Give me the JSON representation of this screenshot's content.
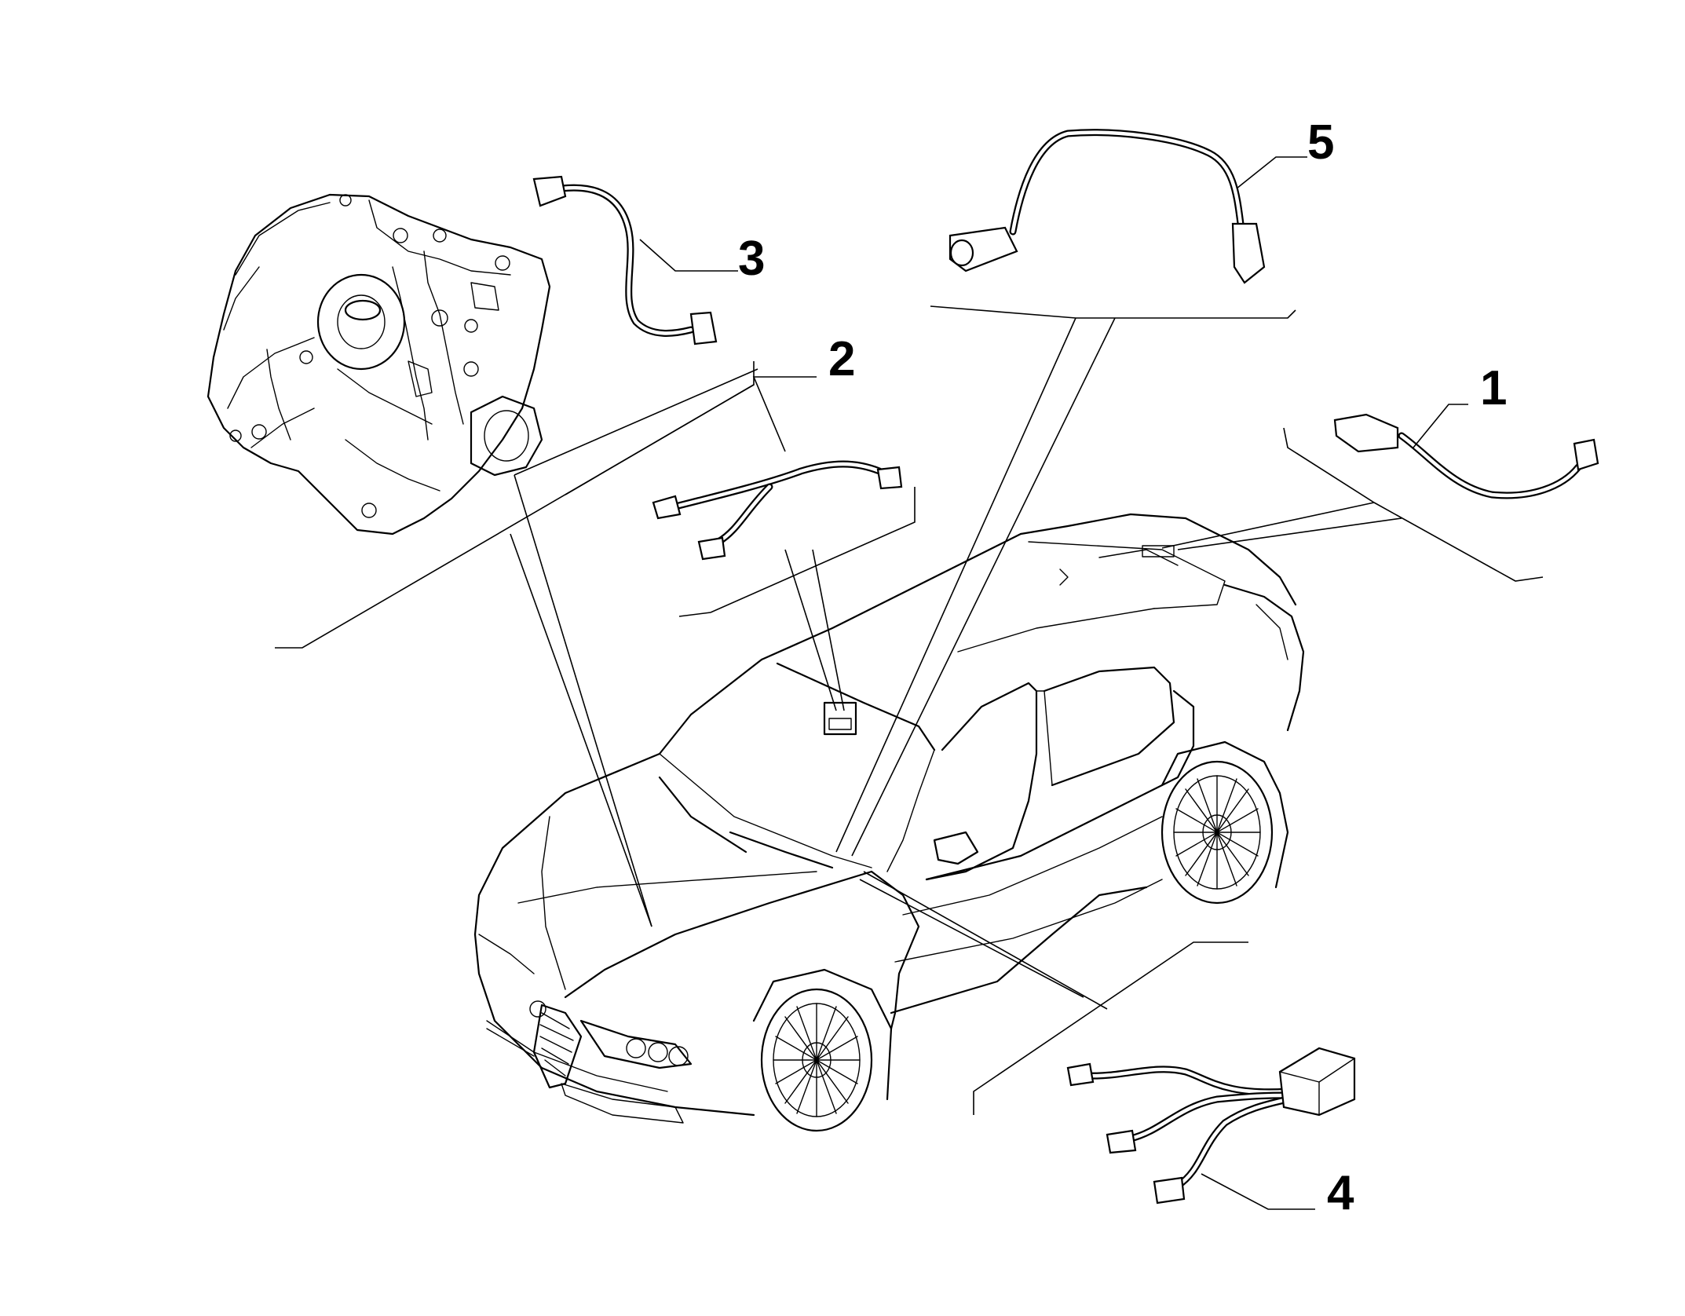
{
  "callouts": {
    "c1": "1",
    "c2": "2",
    "c3": "3",
    "c4": "4",
    "c5": "5"
  },
  "colors": {
    "line": "#000000",
    "background": "#ffffff"
  },
  "icons": [
    "gearbox-illustration",
    "car-illustration",
    "wiring-harness"
  ]
}
